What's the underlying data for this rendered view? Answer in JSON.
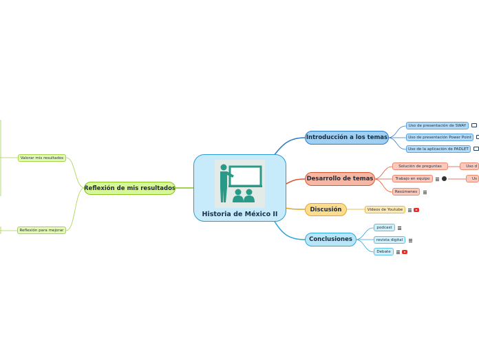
{
  "center": {
    "title": "Historia de México II",
    "image": "teacher-presenting-board-icon"
  },
  "colors": {
    "blue": "#2a79c4",
    "red": "#d9532f",
    "yellow": "#e4a51c",
    "cyan": "#2aa6dc",
    "green": "#84c31c"
  },
  "branches": {
    "introduccion": {
      "label": "Introducción a los temas",
      "children": [
        "Uso de presentación de SWAY",
        "Uso de presentación Power Point",
        "Uso de la aplicación de PADLET"
      ]
    },
    "desarrollo": {
      "label": "Desarrollo de temas",
      "children": [
        "Solución de preguntas",
        "Trabajo en equipo",
        "Resúmenes"
      ],
      "grandchildren": [
        "Uso d",
        "Us"
      ]
    },
    "discusion": {
      "label": "Discusión",
      "children": [
        "Videos de Youtube"
      ]
    },
    "conclusiones": {
      "label": "Conclusiones",
      "children": [
        "podcast",
        "revista digital",
        "Debate"
      ]
    },
    "reflexion": {
      "label": "Reflexión de mis resultados",
      "children": [
        "Valorar mis resultados",
        "Reflexión para mejorar"
      ]
    }
  }
}
